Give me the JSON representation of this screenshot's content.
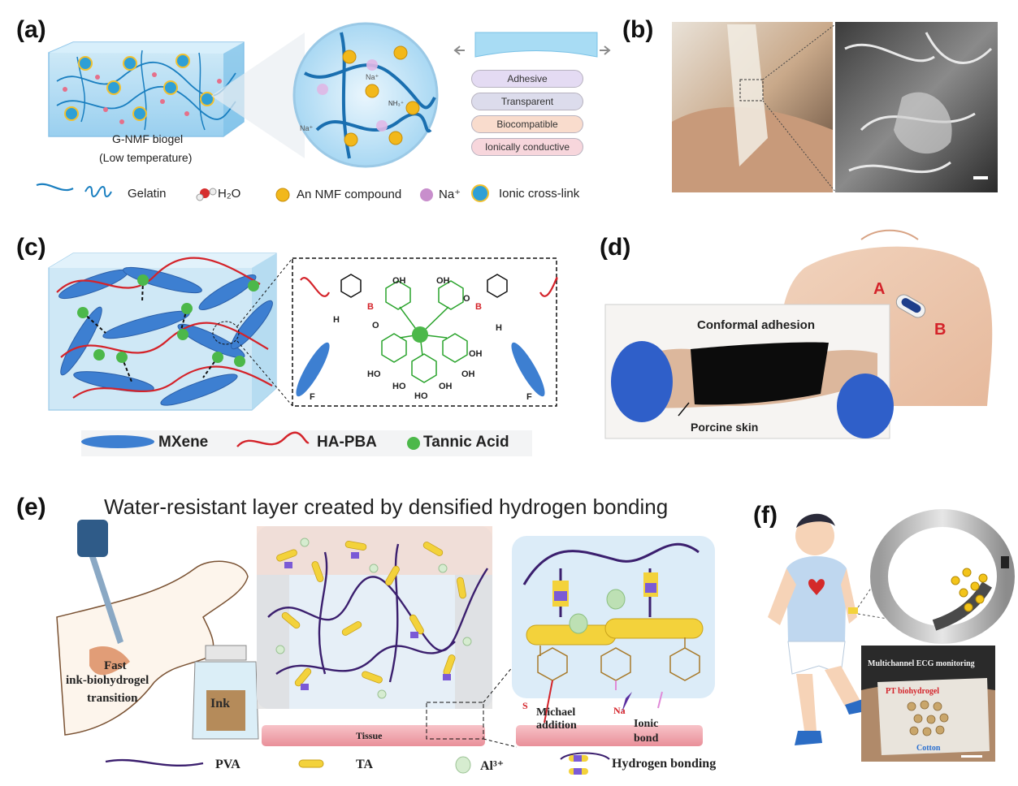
{
  "panels": {
    "a": {
      "letter": "(a)",
      "biogel_name": "G-NMF biogel",
      "biogel_condition": "(Low temperature)",
      "ion_label_1": "Na⁺",
      "ion_label_2": "Na⁺",
      "amine_label": "NH₃⁺",
      "properties": [
        "Adhesive",
        "Transparent",
        "Biocompatible",
        "Ionically conductive"
      ],
      "property_colors": [
        "#e4dbf3",
        "#dcdcec",
        "#f9dccd",
        "#f7d6dc"
      ],
      "legend": {
        "gelatin": "Gelatin",
        "water": "H₂O",
        "nmf": "An NMF compound",
        "sodium": "Na⁺",
        "crosslink": "Ionic cross-link"
      }
    },
    "b": {
      "letter": "(b)"
    },
    "c": {
      "letter": "(c)",
      "legend": {
        "mxene": "MXene",
        "ha_pba": "HA-PBA",
        "tannic": "Tannic Acid"
      },
      "chem_labels": [
        "OH",
        "OH",
        "HO",
        "HO",
        "HO",
        "OH",
        "OH",
        "OH",
        "H",
        "H",
        "F",
        "F",
        "B",
        "B",
        "O",
        "O"
      ]
    },
    "d": {
      "letter": "(d)",
      "electrode_a": "A",
      "electrode_b": "B",
      "conformal": "Conformal adhesion",
      "porcine": "Porcine skin"
    },
    "e": {
      "letter": "(e)",
      "title": "Water-resistant layer created by densified hydrogen bonding",
      "wrist_text_1": "Fast",
      "wrist_text_2": "ink-biohydrogel",
      "wrist_text_3": "transition",
      "bottle": "Ink",
      "tissue": "Tissue",
      "michael_1": "Michael",
      "michael_2": "addition",
      "ionic_1": "Ionic",
      "ionic_2": "bond",
      "s_label": "S",
      "na_label": "Na",
      "legend": {
        "pva": "PVA",
        "ta": "TA",
        "al": "Al³⁺",
        "hbond": "Hydrogen bonding"
      }
    },
    "f": {
      "letter": "(f)",
      "ecg_title": "Multichannel ECG monitoring",
      "biohydrogel": "PT biohydrogel",
      "cotton": "Cotton"
    }
  },
  "colors": {
    "gel_blue": "#9fd3f0",
    "mxene_blue": "#3d7fd1",
    "ha_red": "#d4232a",
    "tannic_green": "#4cb84a",
    "pva_purple": "#3b1f6e",
    "ta_yellow": "#f3d23b",
    "tissue_pink": "#f2a6ae"
  }
}
